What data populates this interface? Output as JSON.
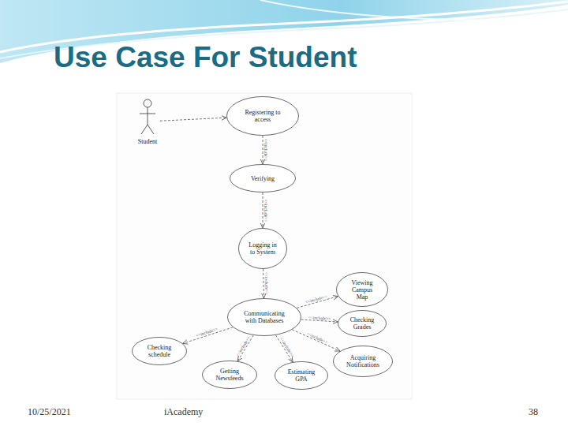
{
  "diagram": {
    "title": "Use Case For Student",
    "nodes": [
      {
        "text": [
          "Student"
        ]
      },
      {
        "text": [
          "Registering to access"
        ]
      },
      {
        "text": [
          "Verifying"
        ]
      },
      {
        "text": [
          "Logging in to System"
        ]
      },
      {
        "text": [
          "Communicating with Databases"
        ]
      },
      {
        "text": [
          "Viewing Campus Map"
        ]
      },
      {
        "text": [
          "Checking Grades"
        ]
      },
      {
        "text": [
          "Acquiring Notifications"
        ]
      },
      {
        "text": [
          "Checking schedule"
        ]
      },
      {
        "text": [
          "Getting Newsfeeds"
        ]
      },
      {
        "text": [
          "Estimating GPA"
        ]
      }
    ],
    "edges": [
      {
        "from": 0,
        "to": 1,
        "arrow": "to"
      },
      {
        "from": 1,
        "to": 2,
        "label": "<<include>>",
        "arrow": "to"
      },
      {
        "from": 2,
        "to": 3,
        "label": "<<include>>",
        "arrow": "to"
      },
      {
        "from": 3,
        "to": 4,
        "label": "<<include>>",
        "arrow": "to"
      },
      {
        "from": 4,
        "to": 5,
        "label": "<<include>>",
        "arrow": "to"
      },
      {
        "from": 4,
        "to": 6,
        "label": "<<include>>",
        "arrow": "to"
      },
      {
        "from": 4,
        "to": 7,
        "label": "<<include>>",
        "arrow": "to"
      },
      {
        "from": 4,
        "to": 8,
        "label": "<<include>>",
        "arrow": "to"
      },
      {
        "from": 4,
        "to": 9,
        "label": "<<include>>",
        "arrow": "to"
      },
      {
        "from": 4,
        "to": 10,
        "label": "<<include>>",
        "arrow": "to"
      }
    ],
    "labels": [
      "10/25/2021",
      "iAcademy",
      "38"
    ]
  }
}
